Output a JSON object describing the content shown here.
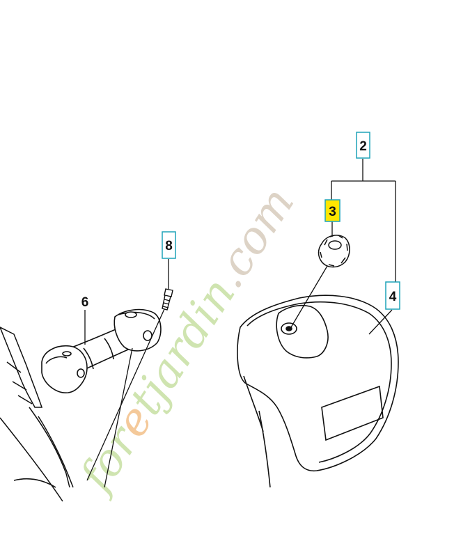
{
  "diagram": {
    "parts": [
      {
        "id": "part-2",
        "label": "2",
        "boxed": true,
        "highlighted": false
      },
      {
        "id": "part-3",
        "label": "3",
        "boxed": true,
        "highlighted": true
      },
      {
        "id": "part-4",
        "label": "4",
        "boxed": true,
        "highlighted": false
      },
      {
        "id": "part-6",
        "label": "6",
        "boxed": false,
        "highlighted": false
      },
      {
        "id": "part-8",
        "label": "8",
        "boxed": true,
        "highlighted": false
      }
    ],
    "colors": {
      "line": "#111111",
      "label_box": "#1fa3b8",
      "highlight": "#ffe600",
      "watermark_green": "#cfe4b0",
      "watermark_orange": "#f4c99a",
      "watermark_grey": "#ddd3c6"
    }
  },
  "watermark": {
    "part_a": "for",
    "part_b": "e",
    "part_c": "tjardin",
    "part_d": ".com"
  }
}
